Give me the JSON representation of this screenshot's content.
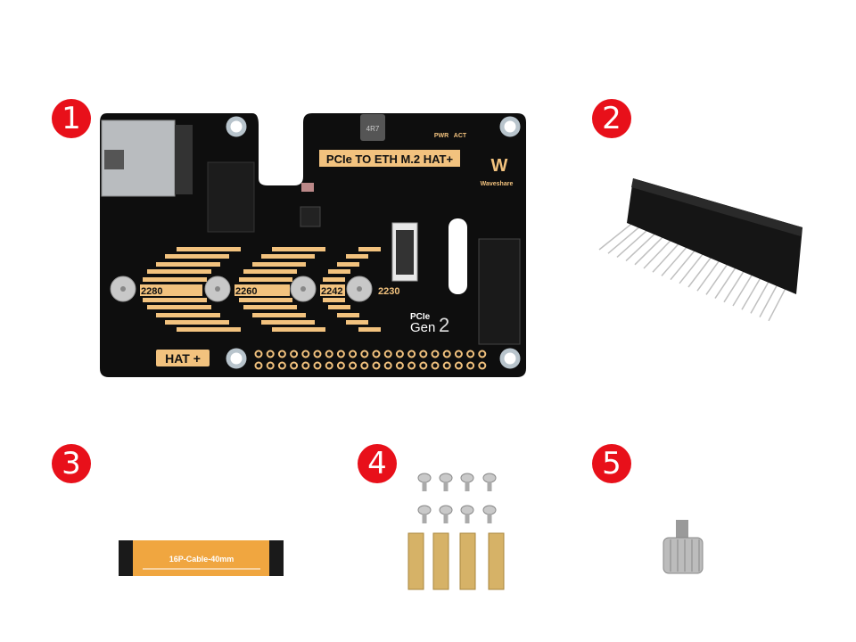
{
  "callouts": [
    "1",
    "2",
    "3",
    "4",
    "5"
  ],
  "board": {
    "title": "PCIe TO ETH M.2 HAT+",
    "brand": "Waveshare",
    "led_pwr": "PWR",
    "led_act": "ACT",
    "inductor": "4R7",
    "sizes": [
      "2280",
      "2260",
      "2242",
      "2230"
    ],
    "pcie_label": "PCIe",
    "gen_label": "Gen",
    "gen_number": "2",
    "hat_label": "HAT +",
    "board_color": "#0e0e0e",
    "silk_color": "#f2c27e"
  },
  "cable": {
    "label": "16P-Cable-40mm",
    "color": "#f0a640"
  },
  "accent": "#e8101a"
}
